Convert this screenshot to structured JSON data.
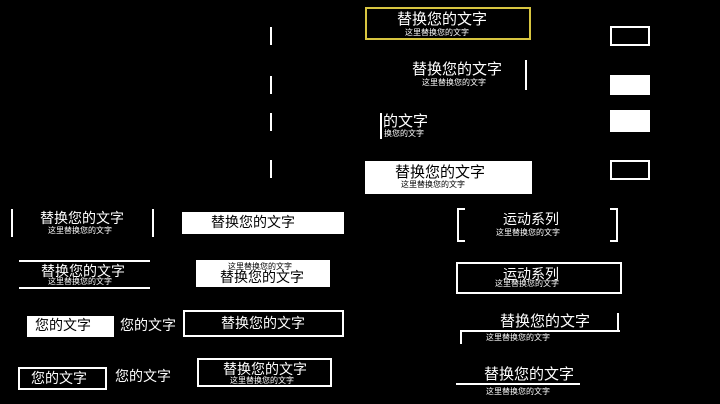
{
  "colors": {
    "background": "#000000",
    "foreground": "#ffffff",
    "accent_yellow": "#d7c540"
  },
  "row_a": {
    "title": "替换您的文字",
    "subtitle": "这里替换您的文字"
  },
  "row_b": {
    "title": "替换您的文字",
    "subtitle": "这里替换您的文字"
  },
  "row_c": {
    "title_partial": "的文字",
    "subtitle_partial": "换您的文字"
  },
  "row_d": {
    "title": "替换您的文字",
    "subtitle": "这里替换您的文字"
  },
  "grid": {
    "c1r1": {
      "title": "替换您的文字",
      "subtitle": "这里替换您的文字"
    },
    "c2r1": {
      "title": "替换您的文字"
    },
    "c3r1": {
      "title": "运动系列",
      "subtitle": "这里替换您的文字"
    },
    "c1r2": {
      "title": "替换您的文字",
      "subtitle": "这里替换您的文字"
    },
    "c2r2": {
      "subtitle": "这里替换您的文字",
      "title": "替换您的文字"
    },
    "c3r2": {
      "title": "运动系列",
      "subtitle": "这里替换您的文字"
    },
    "c1r3": {
      "boxed": "您的文字",
      "plain": "您的文字"
    },
    "c2r3": {
      "title": "替换您的文字"
    },
    "c3r3": {
      "title": "替换您的文字",
      "subtitle": "这里替换您的文字"
    },
    "c1r4": {
      "boxed": "您的文字",
      "plain": "您的文字"
    },
    "c2r4": {
      "title": "替换您的文字",
      "subtitle": "这里替换您的文字"
    },
    "c3r4": {
      "title": "替换您的文字",
      "subtitle": "这里替换您的文字"
    }
  }
}
